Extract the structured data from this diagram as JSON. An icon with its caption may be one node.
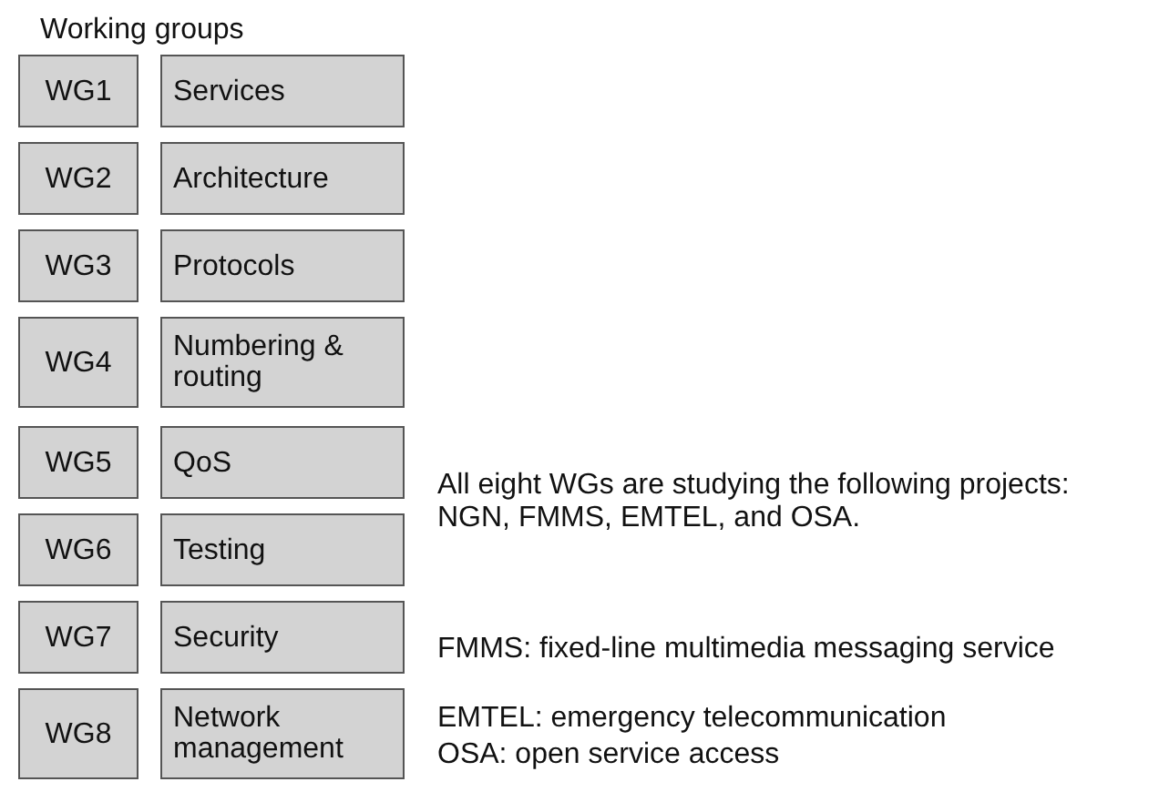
{
  "diagram": {
    "title": "Working groups",
    "nodes": [
      {
        "text": [
          "WG1"
        ]
      },
      {
        "text": [
          "Services"
        ]
      },
      {
        "text": [
          "WG2"
        ]
      },
      {
        "text": [
          "Architecture"
        ]
      },
      {
        "text": [
          "WG3"
        ]
      },
      {
        "text": [
          "Protocols"
        ]
      },
      {
        "text": [
          "WG4"
        ]
      },
      {
        "text": [
          "Numbering & routing"
        ]
      },
      {
        "text": [
          "WG5"
        ]
      },
      {
        "text": [
          "QoS"
        ]
      },
      {
        "text": [
          "WG6"
        ]
      },
      {
        "text": [
          "Testing"
        ]
      },
      {
        "text": [
          "WG7"
        ]
      },
      {
        "text": [
          "Security"
        ]
      },
      {
        "text": [
          "WG8"
        ]
      },
      {
        "text": [
          "Network management"
        ]
      }
    ],
    "labels": [
      "All eight WGs are studying the following projects: NGN, FMMS, EMTEL, and OSA.",
      "FMMS: fixed-line multimedia messaging service",
      "EMTEL: emergency telecommunication",
      "OSA: open service access"
    ]
  }
}
